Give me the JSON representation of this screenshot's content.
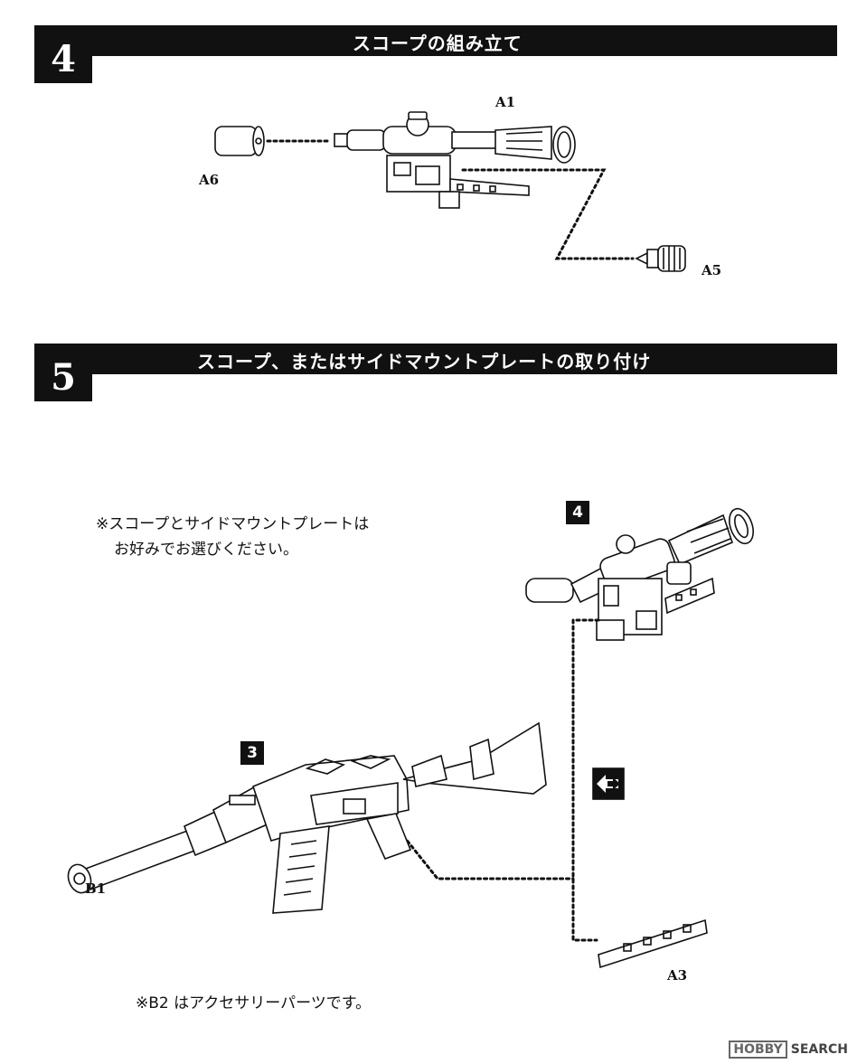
{
  "steps": [
    {
      "number": "4",
      "title": "スコープの組み立て"
    },
    {
      "number": "5",
      "title": "スコープ、またはサイドマウントプレートの取り付け"
    }
  ],
  "step4": {
    "part_labels": {
      "a1": "A1",
      "a6": "A6",
      "a5": "A5"
    }
  },
  "step5": {
    "note_line1": "※スコープとサイドマウントプレートは",
    "note_line2": "お好みでお選びください。",
    "ref_scope": "4",
    "ref_rifle": "3",
    "part_labels": {
      "b1": "B1",
      "a3": "A3"
    },
    "footnote": "※B2 はアクセサリーパーツです。"
  },
  "watermark": {
    "logo": "HOBBY",
    "text": "SEARCH"
  }
}
